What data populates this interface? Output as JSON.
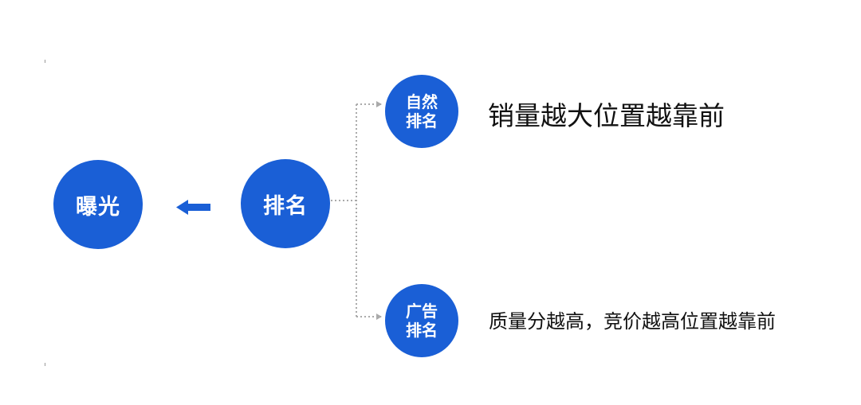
{
  "nodes": {
    "exposure": {
      "label": "曝光"
    },
    "ranking": {
      "label": "排名"
    },
    "natural": {
      "line1": "自然",
      "line2": "排名"
    },
    "ad": {
      "line1": "广告",
      "line2": "排名"
    }
  },
  "descriptions": {
    "natural": "销量越大位置越靠前",
    "ad": "质量分越高，竞价越高位置越靠前"
  },
  "colors": {
    "node_fill": "#1a5fd6",
    "node_text": "#ffffff",
    "arrow": "#1a5fd6",
    "connector": "#aaaaaa",
    "description_text": "#111111"
  }
}
